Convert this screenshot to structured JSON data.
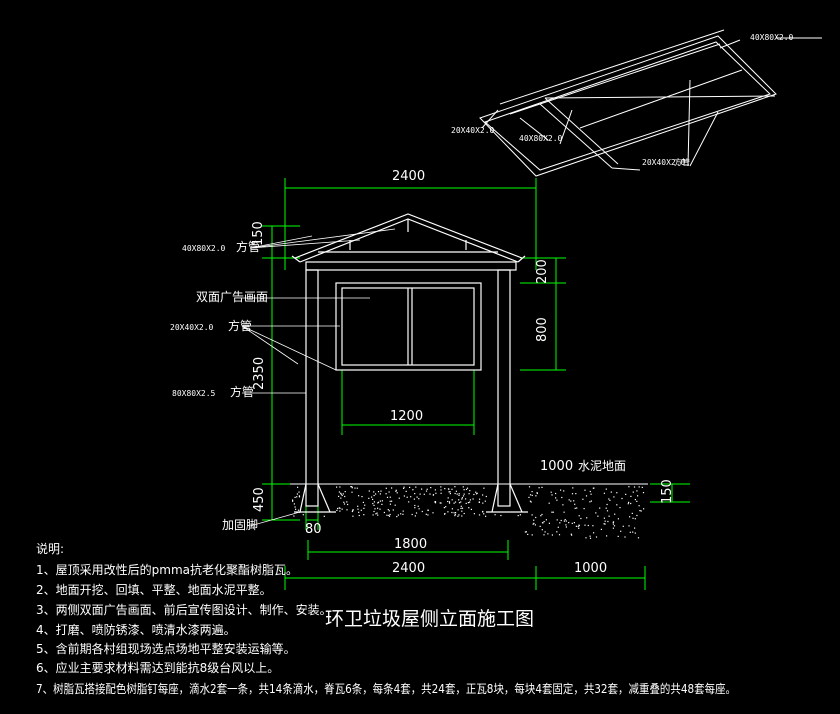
{
  "drawing": {
    "title": "环卫垃圾屋侧立面施工图",
    "dims": {
      "top_width": "2400",
      "d150_top": "150",
      "d200": "200",
      "d800": "800",
      "d2350": "2350",
      "d1200": "1200",
      "d450": "450",
      "d80": "80",
      "d1800": "1800",
      "bottom_width": "2400",
      "bottom_right": "1000",
      "ground_150": "150",
      "ground_1000": "1000"
    },
    "labels": {
      "pipe_40x80": "40X80X2.0",
      "pipe_40x80_type": "方管",
      "panel": "双面广告画面",
      "pipe_20x40": "20X40X2.0",
      "pipe_20x40_type": "方管",
      "pipe_80x80": "80X80X2.5",
      "pipe_80x80_type": "方管",
      "ground": "水泥地面",
      "anchor": "加固脚",
      "iso_tl": "40X80X2.0",
      "iso_left": "20X40X2.0",
      "iso_mid": "40X80X2.0",
      "iso_bottom": "20X40X2.0",
      "iso_bottom_type": "方管"
    },
    "notes_heading": "说明:",
    "notes": [
      "1、屋顶采用改性后的pmma抗老化聚酯树脂瓦。",
      "2、地面开挖、回填、平整、地面水泥平整。",
      "3、两侧双面广告画面、前后宣传图设计、制作、安装。",
      "4、打磨、喷防锈漆、喷清水漆两遍。",
      "5、含前期各村组现场选点场地平整安装运输等。",
      "6、应业主要求材料需达到能抗8级台风以上。",
      "7、树脂瓦搭接配色树脂钉每座，滴水2套一条，共14条滴水，脊瓦6条，每条4套，共24套，正瓦8块，每块4套固定，共32套，减重叠的共48套每座。"
    ]
  },
  "colors": {
    "background": "#000000",
    "structure": "#ffffff",
    "dimension": "#00ff00",
    "leader": "#ffffff"
  }
}
